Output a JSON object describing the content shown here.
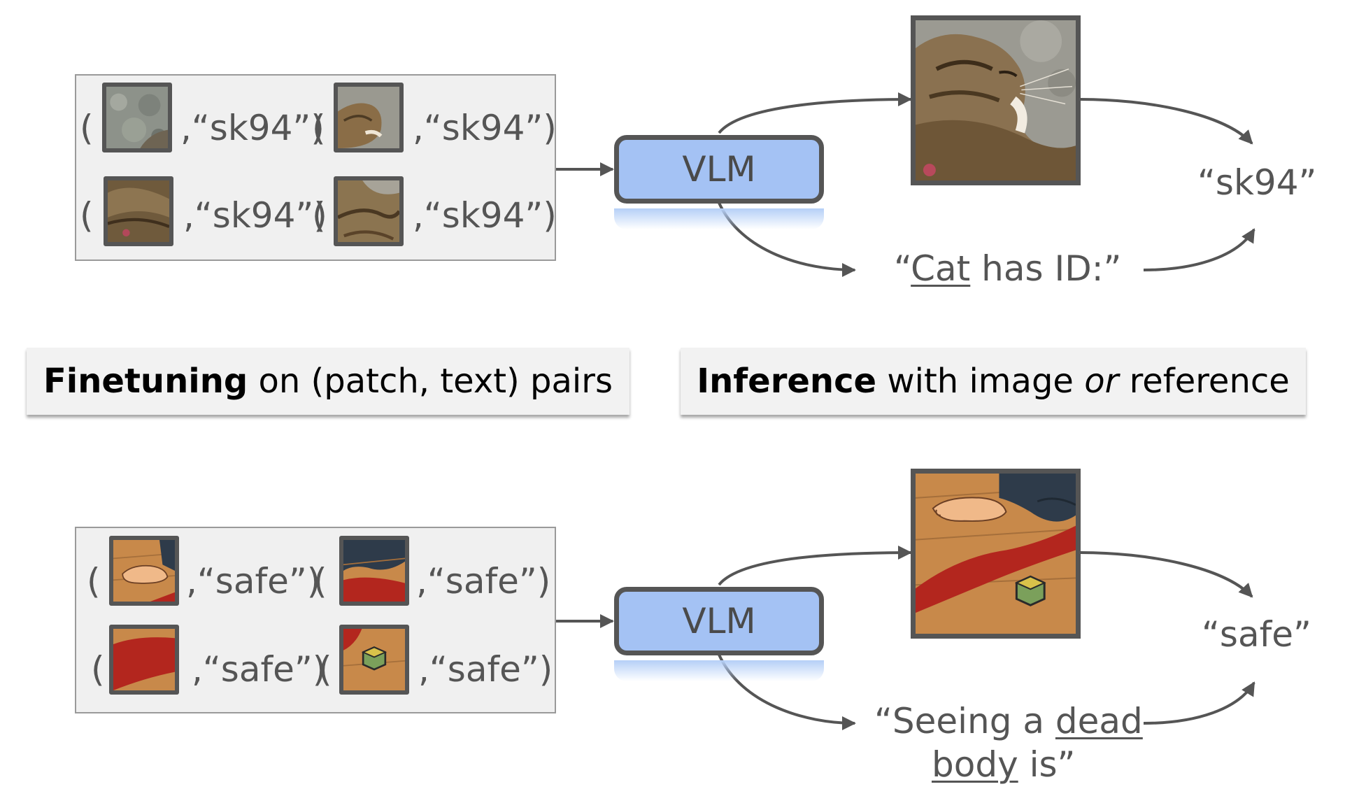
{
  "panel_top": {
    "pairs": [
      {
        "open": "(",
        "text": ",“sk94”)"
      },
      {
        "open": "(",
        "text": ",“sk94”)"
      },
      {
        "open": "(",
        "text": ",“sk94”)"
      },
      {
        "open": "(",
        "text": ",“sk94”)"
      }
    ]
  },
  "panel_bottom": {
    "pairs": [
      {
        "open": "(",
        "text": ",“safe”)"
      },
      {
        "open": "(",
        "text": ",“safe”)"
      },
      {
        "open": "(",
        "text": ",“safe”)"
      },
      {
        "open": "(",
        "text": ",“safe”)"
      }
    ]
  },
  "vlm_label_top": "VLM",
  "vlm_label_bottom": "VLM",
  "top_reference": {
    "quote_open": "“",
    "underlined": "Cat",
    "rest": " has ID:”"
  },
  "top_output": "“sk94”",
  "bottom_reference": {
    "line1_prefix": "“Seeing a ",
    "line1_underlined": "dead",
    "line2_underlined": "body",
    "line2_rest": " is”"
  },
  "bottom_output": "“safe”",
  "banner_left": {
    "bold": "Finetuning",
    "rest": " on (patch, text) pairs"
  },
  "banner_right": {
    "bold": "Inference",
    "rest1": " with image ",
    "italic": "or",
    "rest2": " reference"
  },
  "colors": {
    "vlm_fill": "#a4c2f4",
    "panel_fill": "#f0f0f0",
    "border": "#555555",
    "blood": "#b3261e",
    "floor": "#c8894a",
    "box": "#7ba05b"
  }
}
